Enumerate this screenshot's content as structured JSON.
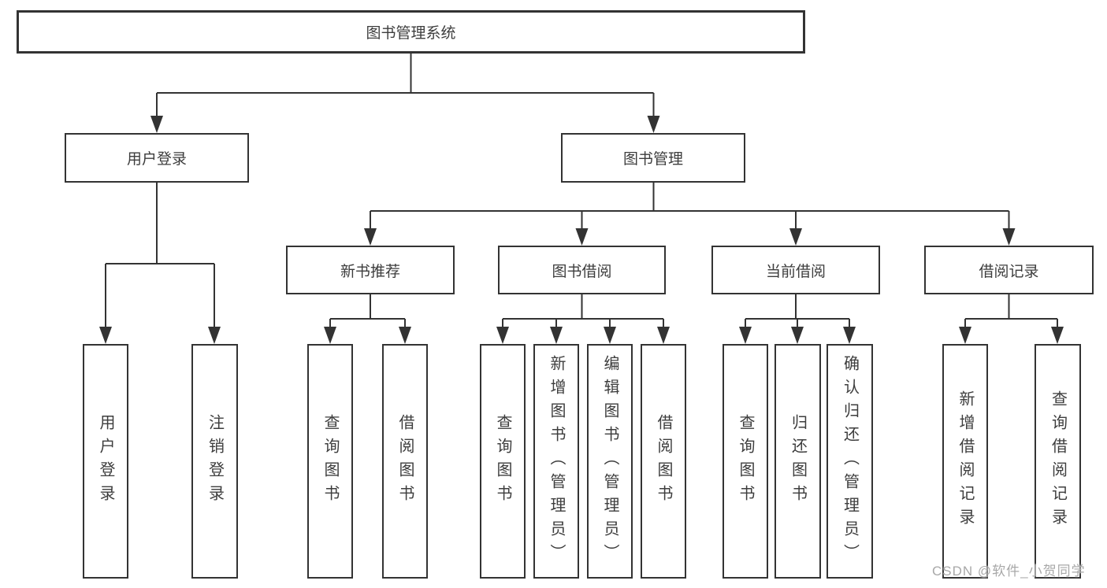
{
  "diagram": {
    "type": "tree",
    "tree": {
      "label": "图书管理系统",
      "children": [
        {
          "label": "用户登录",
          "children": [
            {
              "label": "用户登录"
            },
            {
              "label": "注销登录"
            }
          ]
        },
        {
          "label": "图书管理",
          "children": [
            {
              "label": "新书推荐",
              "children": [
                {
                  "label": "查询图书"
                },
                {
                  "label": "借阅图书"
                }
              ]
            },
            {
              "label": "图书借阅",
              "children": [
                {
                  "label": "查询图书"
                },
                {
                  "label": "新增图书（管理员）"
                },
                {
                  "label": "编辑图书（管理员）"
                },
                {
                  "label": "借阅图书"
                }
              ]
            },
            {
              "label": "当前借阅",
              "children": [
                {
                  "label": "查询图书"
                },
                {
                  "label": "归还图书"
                },
                {
                  "label": "确认归还（管理员）"
                }
              ]
            },
            {
              "label": "借阅记录",
              "children": [
                {
                  "label": "新增借阅记录"
                },
                {
                  "label": "查询借阅记录"
                }
              ]
            }
          ]
        }
      ]
    },
    "colors": {
      "line": "#333333",
      "border": "#333333",
      "text": "#3d3d3d",
      "background": "#ffffff",
      "watermark": "#a8a8a8"
    }
  },
  "watermark": {
    "text": "CSDN @软件_小贺同学"
  }
}
